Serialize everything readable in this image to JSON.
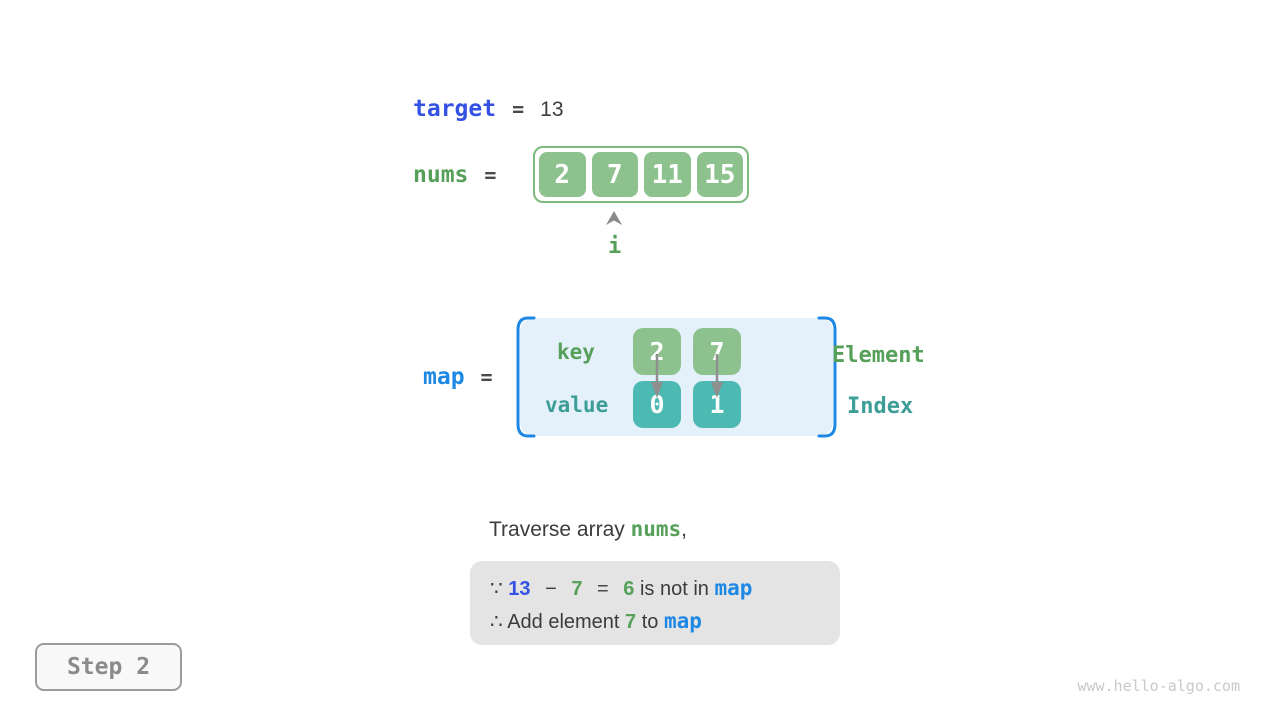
{
  "colors": {
    "royal_blue": "#3452e3",
    "bright_blue": "#1e88e5",
    "green_text": "#56a05a",
    "green_fill": "#8dc28f",
    "green_border": "#7cba7e",
    "teal_fill": "#4cb9b2",
    "teal_text": "#3d9e97",
    "dark_text": "#3c3c3c",
    "arrow_gray": "#8f8f8f",
    "map_bg": "#e4f1fb",
    "info_bg": "#e4e4e4"
  },
  "target": {
    "label": "target",
    "equals": "=",
    "value": "13"
  },
  "nums": {
    "label": "nums",
    "equals": "=",
    "values": [
      "2",
      "7",
      "11",
      "15"
    ],
    "pointer_label": "i"
  },
  "map": {
    "label": "map",
    "equals": "=",
    "key_label": "key",
    "value_label": "value",
    "keys": [
      "2",
      "7"
    ],
    "values": [
      "0",
      "1"
    ],
    "element_label": "Element",
    "index_label": "Index"
  },
  "caption": {
    "prefix": "Traverse array ",
    "nums_token": "nums",
    "suffix": ","
  },
  "info_box": {
    "line1": {
      "because": "∵",
      "n1": "13",
      "minus": "−",
      "n2": "7",
      "eq": "=",
      "n3": "6",
      "text": "is not in",
      "map_token": "map"
    },
    "line2": {
      "therefore": "∴",
      "text1": "Add element",
      "n": "7",
      "text2": "to",
      "map_token": "map"
    }
  },
  "step_badge": "Step 2",
  "watermark": "www.hello-algo.com"
}
